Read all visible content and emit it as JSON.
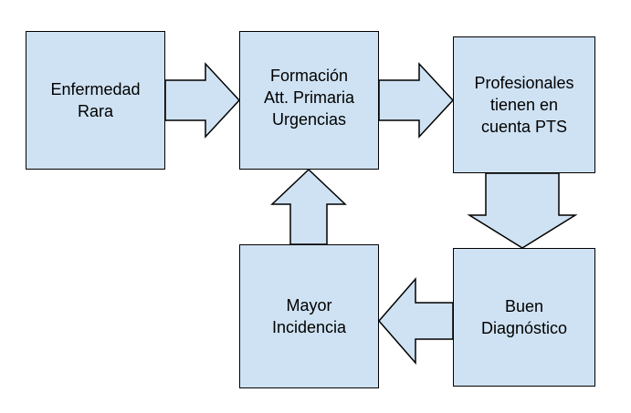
{
  "diagram": {
    "colors": {
      "fill": "#cfe2f3",
      "stroke": "#000000"
    },
    "boxes": {
      "enfermedad": "Enfermedad\nRara",
      "formacion": "Formación\nAtt. Primaria\nUrgencias",
      "profesionales": "Profesionales\ntienen en\ncuenta PTS",
      "mayor": "Mayor\nIncidencia",
      "buen": "Buen\nDiagnóstico"
    },
    "arrows": [
      {
        "from": "enfermedad",
        "to": "formacion",
        "direction": "right"
      },
      {
        "from": "formacion",
        "to": "profesionales",
        "direction": "right"
      },
      {
        "from": "profesionales",
        "to": "buen",
        "direction": "down"
      },
      {
        "from": "buen",
        "to": "mayor",
        "direction": "left"
      },
      {
        "from": "mayor",
        "to": "formacion",
        "direction": "up"
      }
    ]
  }
}
